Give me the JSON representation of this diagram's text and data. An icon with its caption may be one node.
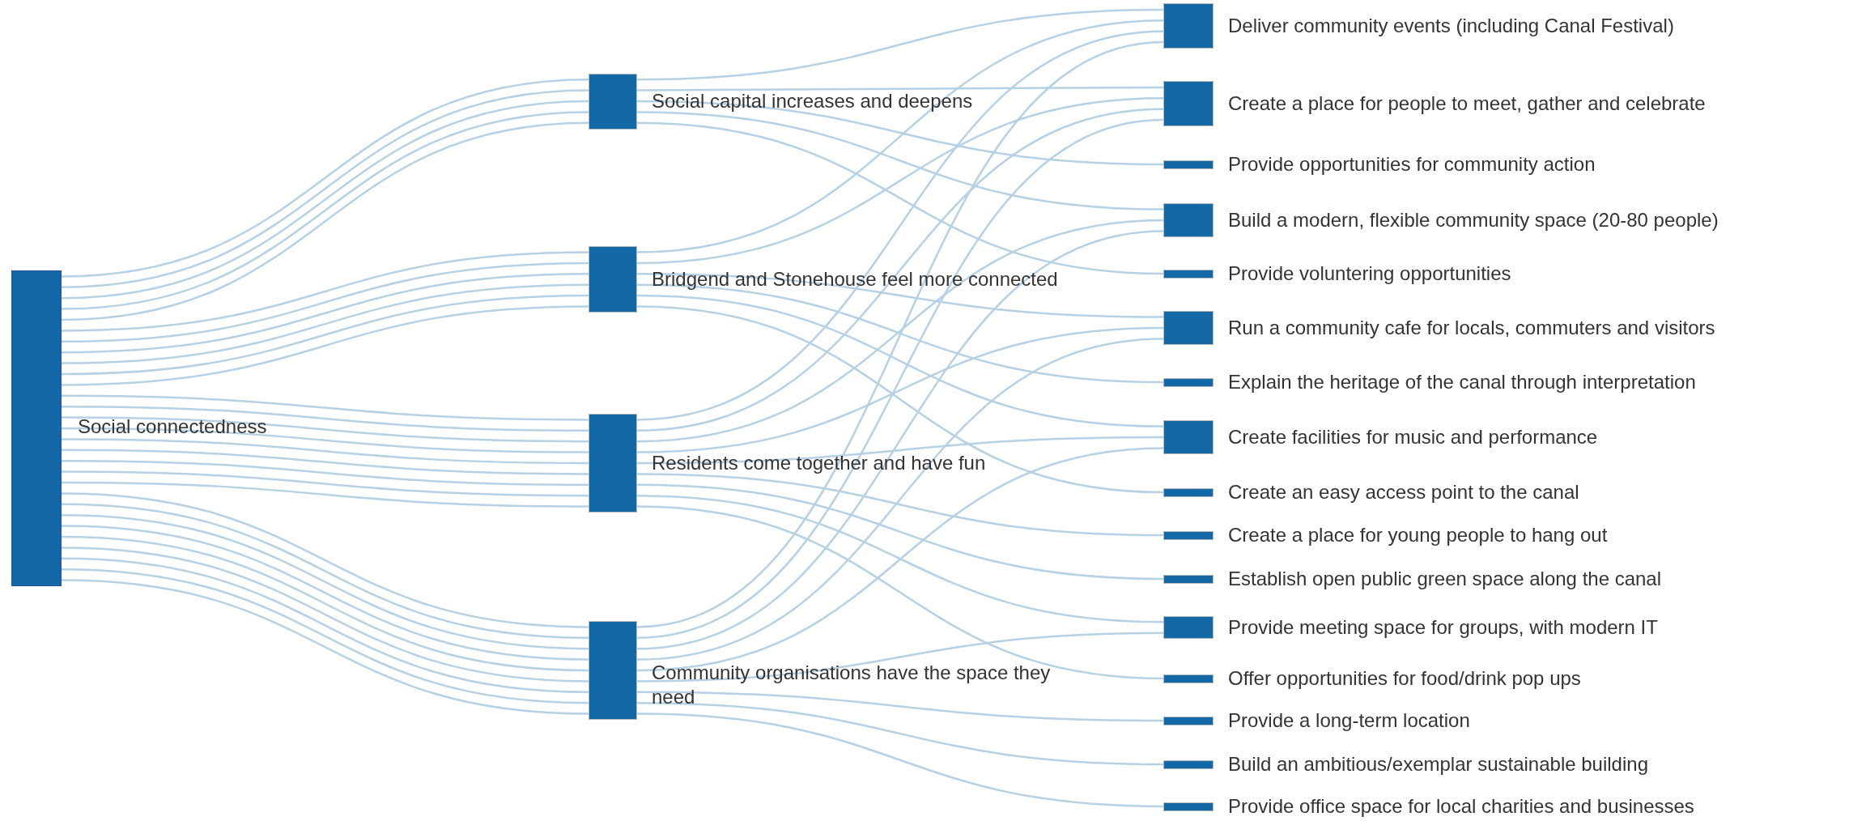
{
  "diagram": {
    "nodes": [
      {
        "text": [
          "Social connectedness"
        ]
      },
      {
        "text": [
          "Social capital increases and deepens"
        ]
      },
      {
        "text": [
          "Bridgend and Stonehouse feel more connected"
        ]
      },
      {
        "text": [
          "Residents come together and have fun"
        ]
      },
      {
        "text": [
          "Community organisations have the space they need"
        ]
      },
      {
        "text": [
          "Deliver community events (including Canal Festival)"
        ]
      },
      {
        "text": [
          "Create a place for people to meet, gather and celebrate"
        ]
      },
      {
        "text": [
          "Provide opportunities for community action"
        ]
      },
      {
        "text": [
          "Build a modern, flexible community space (20-80 people)"
        ]
      },
      {
        "text": [
          "Provide voluntering opportunities"
        ]
      },
      {
        "text": [
          "Run a community cafe for locals, commuters and visitors"
        ]
      },
      {
        "text": [
          "Explain the heritage of the canal through interpretation"
        ]
      },
      {
        "text": [
          "Create facilities for music and performance"
        ]
      },
      {
        "text": [
          "Create an easy access point to the canal"
        ]
      },
      {
        "text": [
          "Create a place for young people to hang out"
        ]
      },
      {
        "text": [
          "Establish open public green space along the canal"
        ]
      },
      {
        "text": [
          "Provide meeting space for groups, with modern IT"
        ]
      },
      {
        "text": [
          "Offer opportunities for food/drink pop ups"
        ]
      },
      {
        "text": [
          "Provide a long-term location"
        ]
      },
      {
        "text": [
          "Build an ambitious/exemplar sustainable building"
        ]
      },
      {
        "text": [
          "Provide office space for local charities and businesses"
        ]
      }
    ],
    "edges": [
      {
        "from": 0,
        "to": 1,
        "arrow": "none"
      },
      {
        "from": 0,
        "to": 1,
        "arrow": "none"
      },
      {
        "from": 0,
        "to": 1,
        "arrow": "none"
      },
      {
        "from": 0,
        "to": 1,
        "arrow": "none"
      },
      {
        "from": 0,
        "to": 1,
        "arrow": "none"
      },
      {
        "from": 0,
        "to": 2,
        "arrow": "none"
      },
      {
        "from": 0,
        "to": 2,
        "arrow": "none"
      },
      {
        "from": 0,
        "to": 2,
        "arrow": "none"
      },
      {
        "from": 0,
        "to": 2,
        "arrow": "none"
      },
      {
        "from": 0,
        "to": 2,
        "arrow": "none"
      },
      {
        "from": 0,
        "to": 2,
        "arrow": "none"
      },
      {
        "from": 0,
        "to": 3,
        "arrow": "none"
      },
      {
        "from": 0,
        "to": 3,
        "arrow": "none"
      },
      {
        "from": 0,
        "to": 3,
        "arrow": "none"
      },
      {
        "from": 0,
        "to": 3,
        "arrow": "none"
      },
      {
        "from": 0,
        "to": 3,
        "arrow": "none"
      },
      {
        "from": 0,
        "to": 3,
        "arrow": "none"
      },
      {
        "from": 0,
        "to": 3,
        "arrow": "none"
      },
      {
        "from": 0,
        "to": 3,
        "arrow": "none"
      },
      {
        "from": 0,
        "to": 3,
        "arrow": "none"
      },
      {
        "from": 0,
        "to": 4,
        "arrow": "none"
      },
      {
        "from": 0,
        "to": 4,
        "arrow": "none"
      },
      {
        "from": 0,
        "to": 4,
        "arrow": "none"
      },
      {
        "from": 0,
        "to": 4,
        "arrow": "none"
      },
      {
        "from": 0,
        "to": 4,
        "arrow": "none"
      },
      {
        "from": 0,
        "to": 4,
        "arrow": "none"
      },
      {
        "from": 0,
        "to": 4,
        "arrow": "none"
      },
      {
        "from": 0,
        "to": 4,
        "arrow": "none"
      },
      {
        "from": 0,
        "to": 4,
        "arrow": "none"
      },
      {
        "from": 1,
        "to": 5,
        "arrow": "none"
      },
      {
        "from": 1,
        "to": 6,
        "arrow": "none"
      },
      {
        "from": 1,
        "to": 7,
        "arrow": "none"
      },
      {
        "from": 1,
        "to": 8,
        "arrow": "none"
      },
      {
        "from": 1,
        "to": 9,
        "arrow": "none"
      },
      {
        "from": 2,
        "to": 5,
        "arrow": "none"
      },
      {
        "from": 2,
        "to": 6,
        "arrow": "none"
      },
      {
        "from": 2,
        "to": 10,
        "arrow": "none"
      },
      {
        "from": 2,
        "to": 11,
        "arrow": "none"
      },
      {
        "from": 2,
        "to": 12,
        "arrow": "none"
      },
      {
        "from": 2,
        "to": 13,
        "arrow": "none"
      },
      {
        "from": 3,
        "to": 5,
        "arrow": "none"
      },
      {
        "from": 3,
        "to": 6,
        "arrow": "none"
      },
      {
        "from": 3,
        "to": 8,
        "arrow": "none"
      },
      {
        "from": 3,
        "to": 10,
        "arrow": "none"
      },
      {
        "from": 3,
        "to": 12,
        "arrow": "none"
      },
      {
        "from": 3,
        "to": 14,
        "arrow": "none"
      },
      {
        "from": 3,
        "to": 15,
        "arrow": "none"
      },
      {
        "from": 3,
        "to": 16,
        "arrow": "none"
      },
      {
        "from": 3,
        "to": 17,
        "arrow": "none"
      },
      {
        "from": 4,
        "to": 5,
        "arrow": "none"
      },
      {
        "from": 4,
        "to": 6,
        "arrow": "none"
      },
      {
        "from": 4,
        "to": 8,
        "arrow": "none"
      },
      {
        "from": 4,
        "to": 10,
        "arrow": "none"
      },
      {
        "from": 4,
        "to": 12,
        "arrow": "none"
      },
      {
        "from": 4,
        "to": 16,
        "arrow": "none"
      },
      {
        "from": 4,
        "to": 18,
        "arrow": "none"
      },
      {
        "from": 4,
        "to": 19,
        "arrow": "none"
      },
      {
        "from": 4,
        "to": 20,
        "arrow": "none"
      }
    ]
  }
}
